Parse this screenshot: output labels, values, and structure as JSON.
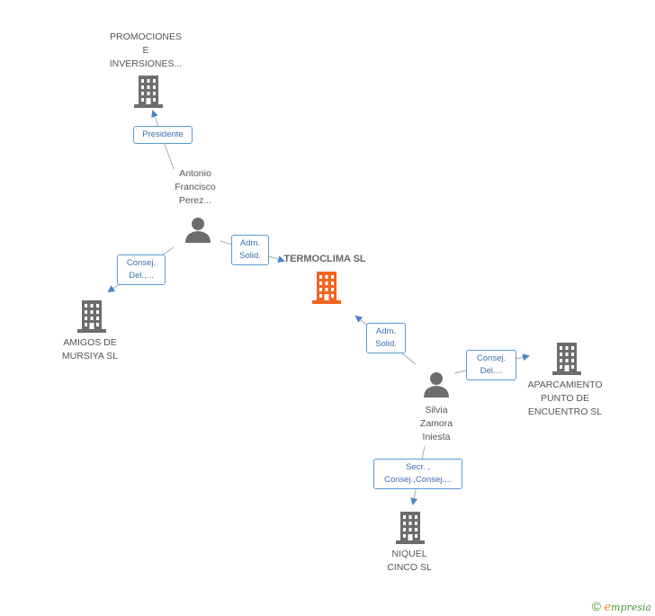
{
  "nodes": {
    "promociones": {
      "lines": [
        "PROMOCIONES",
        "E",
        "INVERSIONES..."
      ]
    },
    "antonio": {
      "lines": [
        "Antonio",
        "Francisco",
        "Perez..."
      ]
    },
    "termoclima": {
      "lines": [
        "TERMOCLIMA SL"
      ]
    },
    "amigos": {
      "lines": [
        "AMIGOS DE",
        "MURSIYA SL"
      ]
    },
    "silvia": {
      "lines": [
        "Silvia",
        "Zamora",
        "Iniesta"
      ]
    },
    "aparcamiento": {
      "lines": [
        "APARCAMIENTO",
        "PUNTO DE",
        "ENCUENTRO SL"
      ]
    },
    "niquel": {
      "lines": [
        "NIQUEL",
        "CINCO SL"
      ]
    }
  },
  "relations": {
    "presidente": {
      "lines": [
        "Presidente"
      ]
    },
    "adm_antonio": {
      "lines": [
        "Adm.",
        "Solid."
      ]
    },
    "consej_antonio": {
      "lines": [
        "Consej.",
        "Del.,..."
      ]
    },
    "adm_silvia": {
      "lines": [
        "Adm.",
        "Solid."
      ]
    },
    "consej_silvia": {
      "lines": [
        "Consej.",
        "Del...."
      ]
    },
    "secr_silvia": {
      "lines": [
        "Secr. ,",
        "Consej.,Consej...."
      ]
    }
  },
  "colors": {
    "main_company": "#f26522",
    "company": "#6d6d6d",
    "person": "#6d6d6d",
    "edge": "#5b9bd5"
  },
  "footer": {
    "copyright": "©",
    "brand_initial": "e",
    "brand_rest": "mpresia"
  }
}
